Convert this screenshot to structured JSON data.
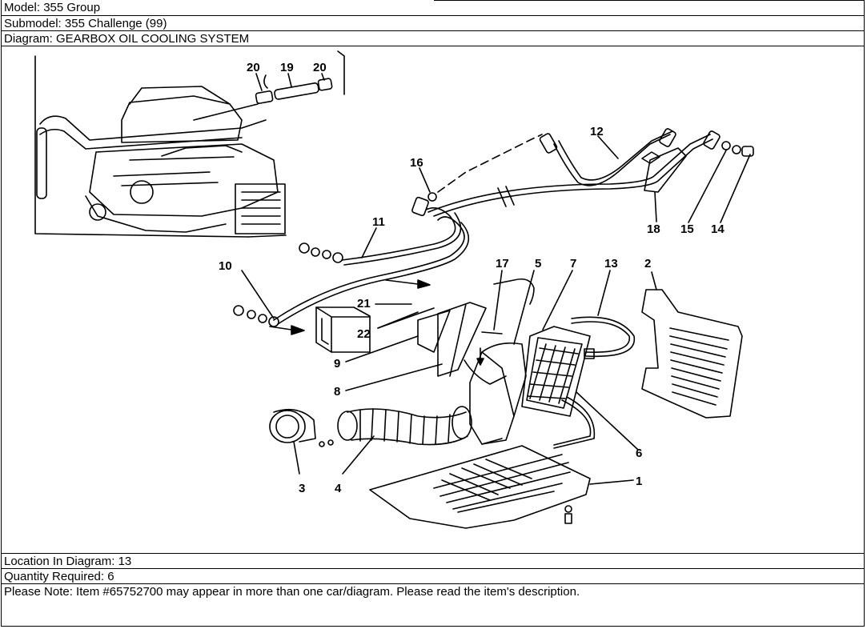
{
  "header": {
    "model": "Model: 355 Group",
    "submodel": "Submodel: 355 Challenge (99)",
    "diagram": "Diagram: GEARBOX OIL COOLING SYSTEM"
  },
  "footer": {
    "location": "Location In Diagram: 13",
    "quantity": "Quantity Required: 6",
    "note": "Please Note: Item #65752700 may appear in more than one car/diagram. Please read the item's description."
  },
  "callouts": {
    "c1": "1",
    "c2": "2",
    "c3": "3",
    "c4": "4",
    "c5": "5",
    "c6": "6",
    "c7": "7",
    "c8": "8",
    "c9": "9",
    "c10": "10",
    "c11": "11",
    "c12": "12",
    "c13": "13",
    "c14": "14",
    "c15": "15",
    "c16": "16",
    "c17": "17",
    "c18": "18",
    "c19": "19",
    "c20a": "20",
    "c20b": "20",
    "c21": "21",
    "c22": "22"
  }
}
